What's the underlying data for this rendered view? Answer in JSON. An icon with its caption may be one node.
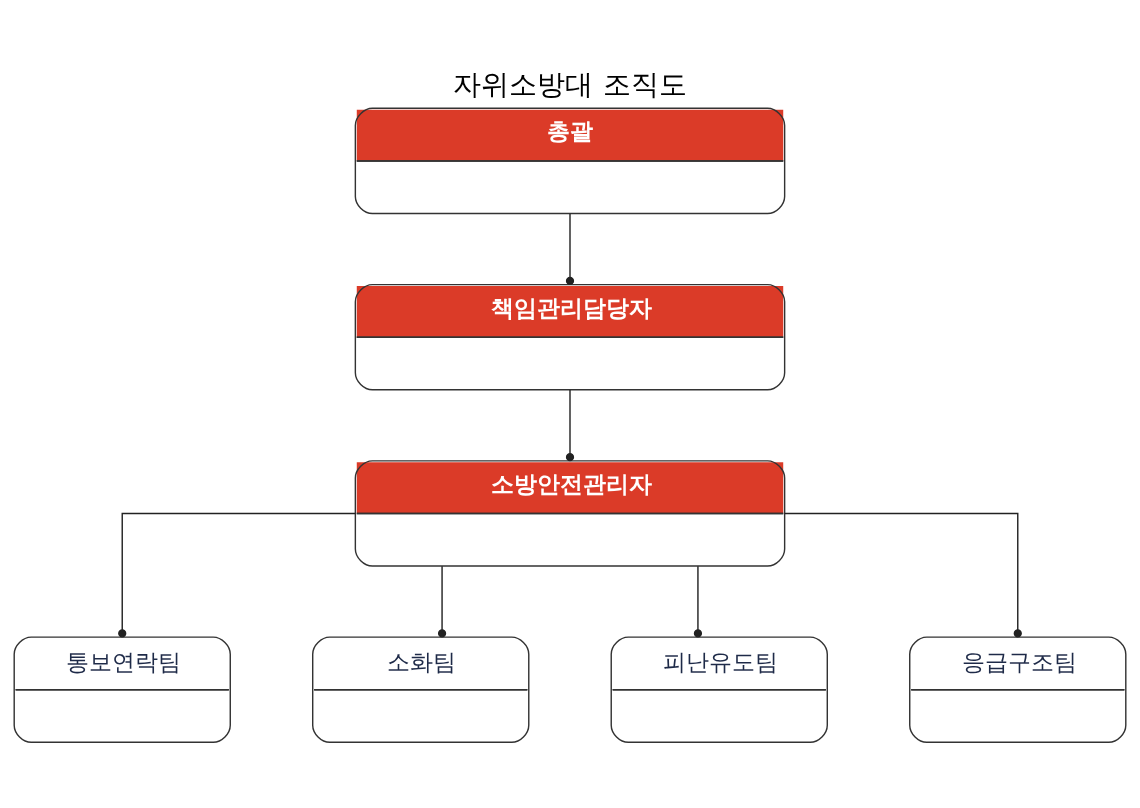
{
  "diagram": {
    "title": "자위소방대 조직도",
    "nodes": [
      {
        "text": [
          "총괄"
        ]
      },
      {
        "text": [
          "책임관리담당자"
        ]
      },
      {
        "text": [
          "소방안전관리자"
        ]
      },
      {
        "text": [
          "통보연락팀"
        ]
      },
      {
        "text": [
          "소화팀"
        ]
      },
      {
        "text": [
          "피난유도팀"
        ]
      },
      {
        "text": [
          "응급구조팀"
        ]
      }
    ],
    "edges": [
      {
        "from": 0,
        "to": 1,
        "arrow": "other"
      },
      {
        "from": 1,
        "to": 2,
        "arrow": "other"
      },
      {
        "from": 2,
        "to": 3,
        "arrow": "other"
      },
      {
        "from": 2,
        "to": 4,
        "arrow": "other"
      },
      {
        "from": 2,
        "to": 5,
        "arrow": "other"
      },
      {
        "from": 2,
        "to": 6,
        "arrow": "other"
      }
    ]
  }
}
